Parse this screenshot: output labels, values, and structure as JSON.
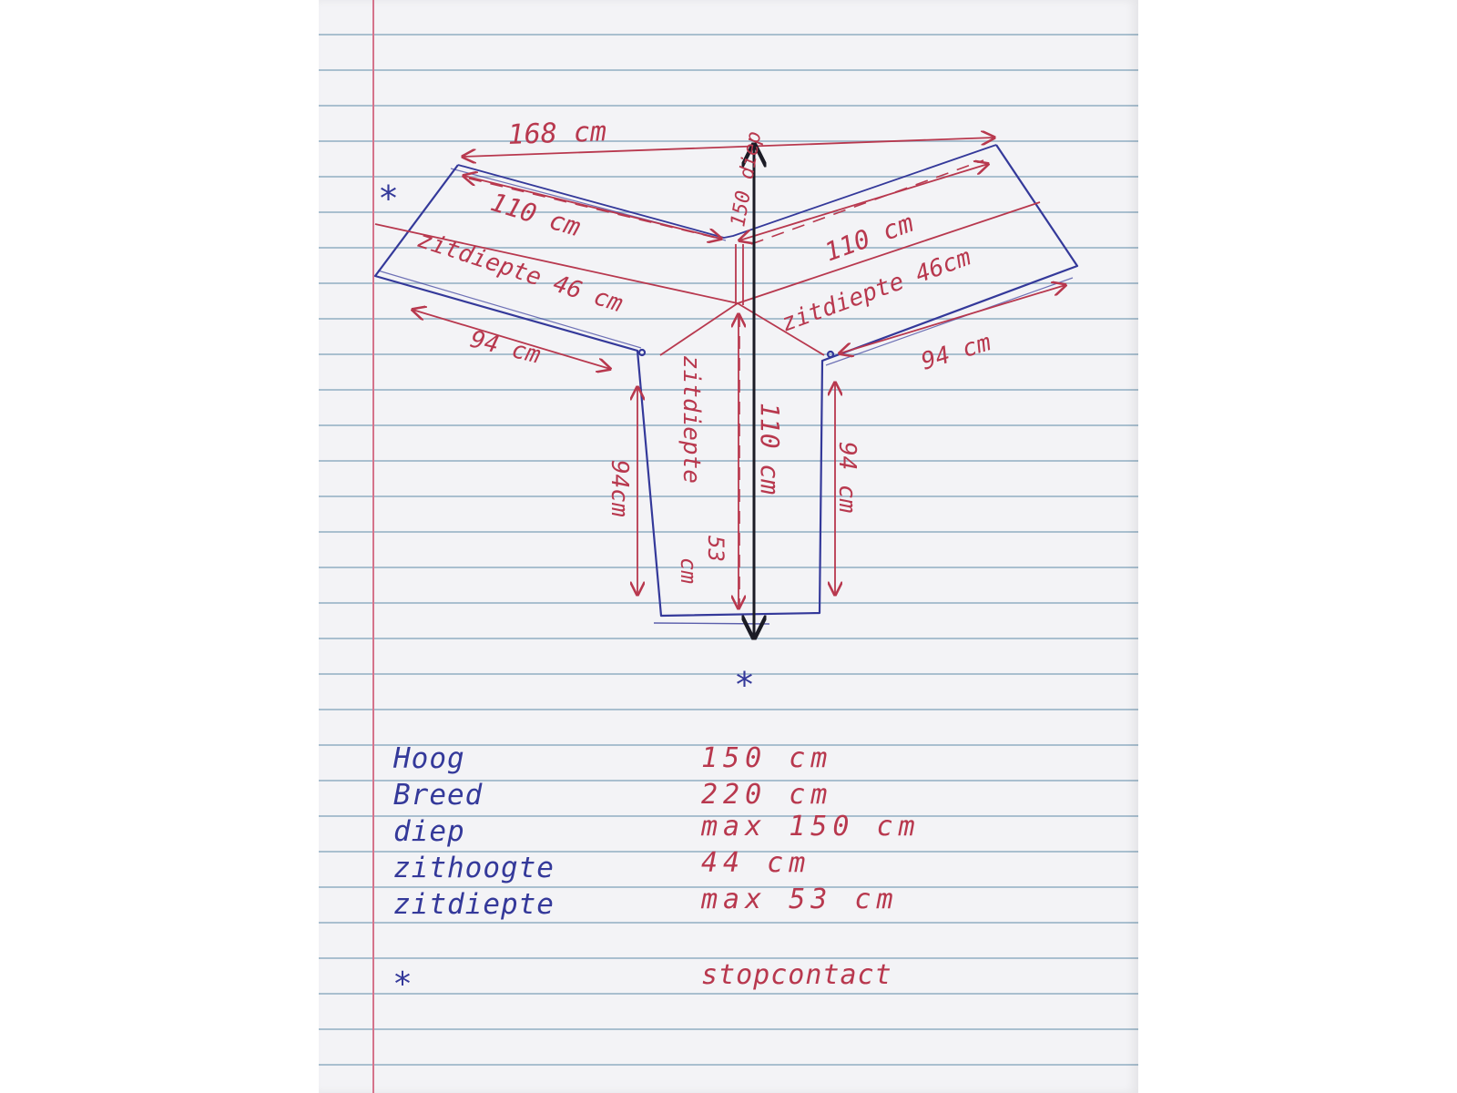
{
  "diagram": {
    "top_width": "168 cm",
    "depth_label": "150 diep",
    "left_wing_length": "110 cm",
    "right_wing_length": "110 cm",
    "left_seat_depth": "zitdiepte 46 cm",
    "right_seat_depth": "zitdiepte 46cm",
    "left_inner": "94 cm",
    "right_inner": "94 cm",
    "stem_left": "94cm",
    "stem_right": "94 cm",
    "stem_seat_depth": "zitdiepte",
    "stem_seat_value": "53",
    "stem_seat_unit": "cm",
    "center_length": "110 cm",
    "star_symbol": "*"
  },
  "specs": [
    {
      "label": "Hoog",
      "value": "150 cm"
    },
    {
      "label": "Breed",
      "value": "220 cm"
    },
    {
      "label": "diep",
      "value": "max 150 cm"
    },
    {
      "label": "zithoogte",
      "value": "44 cm"
    },
    {
      "label": "zitdiepte",
      "value": "max 53 cm"
    }
  ],
  "legend": {
    "symbol": "*",
    "text": "stopcontact"
  },
  "colors": {
    "ink_blue": "#34399a",
    "ink_red": "#b8384e",
    "ink_black": "#1b1b25",
    "paper": "#f3f3f6",
    "rule": "#a9bfcf"
  }
}
